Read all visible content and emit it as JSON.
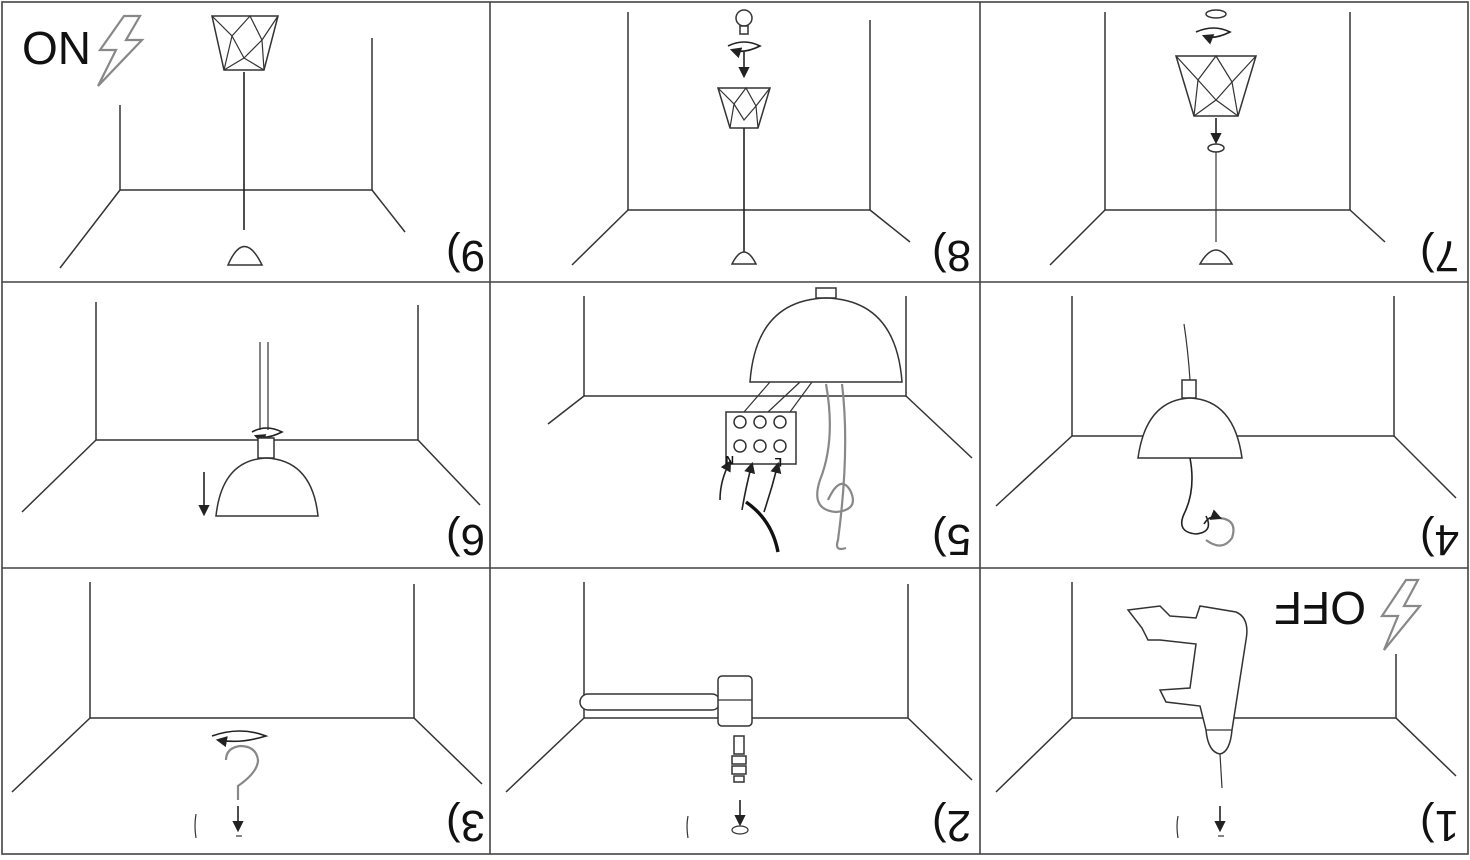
{
  "title": "Pendant lamp installation instructions",
  "orientation": "upside-down",
  "panels": [
    {
      "id": "9",
      "label": "9)",
      "power": "ON"
    },
    {
      "id": "8",
      "label": "8)"
    },
    {
      "id": "7",
      "label": "7)"
    },
    {
      "id": "6",
      "label": "6)"
    },
    {
      "id": "5",
      "label": "5)",
      "wire_labels": [
        "N",
        "L"
      ]
    },
    {
      "id": "4",
      "label": "4)"
    },
    {
      "id": "3",
      "label": "3)"
    },
    {
      "id": "2",
      "label": "2)"
    },
    {
      "id": "1",
      "label": "1)",
      "power": "OFF"
    }
  ],
  "icons": {
    "power": "lightning-bolt-icon",
    "bulb": "light-bulb-icon",
    "rotate": "rotate-arrow-icon",
    "drill": "drill-icon",
    "hammer": "hammer-icon",
    "hook": "ceiling-hook-icon"
  },
  "colors": {
    "line": "#333333",
    "muted": "#888888",
    "background": "#ffffff"
  }
}
